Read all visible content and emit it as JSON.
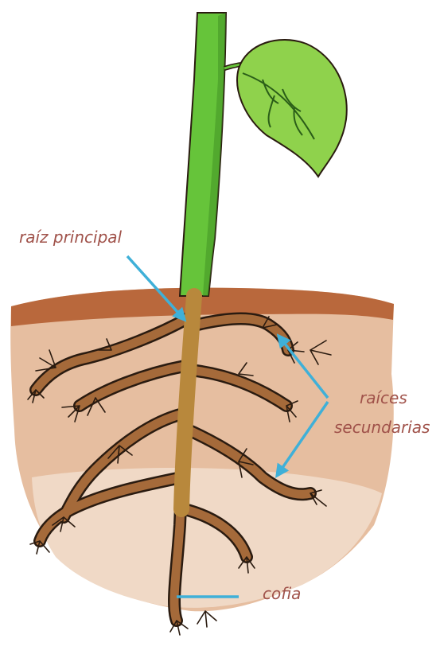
{
  "labels": {
    "main_root": "raíz principal",
    "secondary_roots_line1": "raíces",
    "secondary_roots_line2": "secundarias",
    "root_cap": "cofia"
  },
  "colors": {
    "label_text": "#a0524a",
    "pointer": "#3fb0d8",
    "stem": "#66c43a",
    "stem_dark": "#3d8d22",
    "leaf": "#8fd24c",
    "leaf_dark": "#3f8e23",
    "soil_top": "#b8673b",
    "soil": "#d9a47f",
    "soil_light": "#efd6c2",
    "root": "#a56a3a",
    "root_main": "#b8883c",
    "outline": "#2a1b10"
  }
}
